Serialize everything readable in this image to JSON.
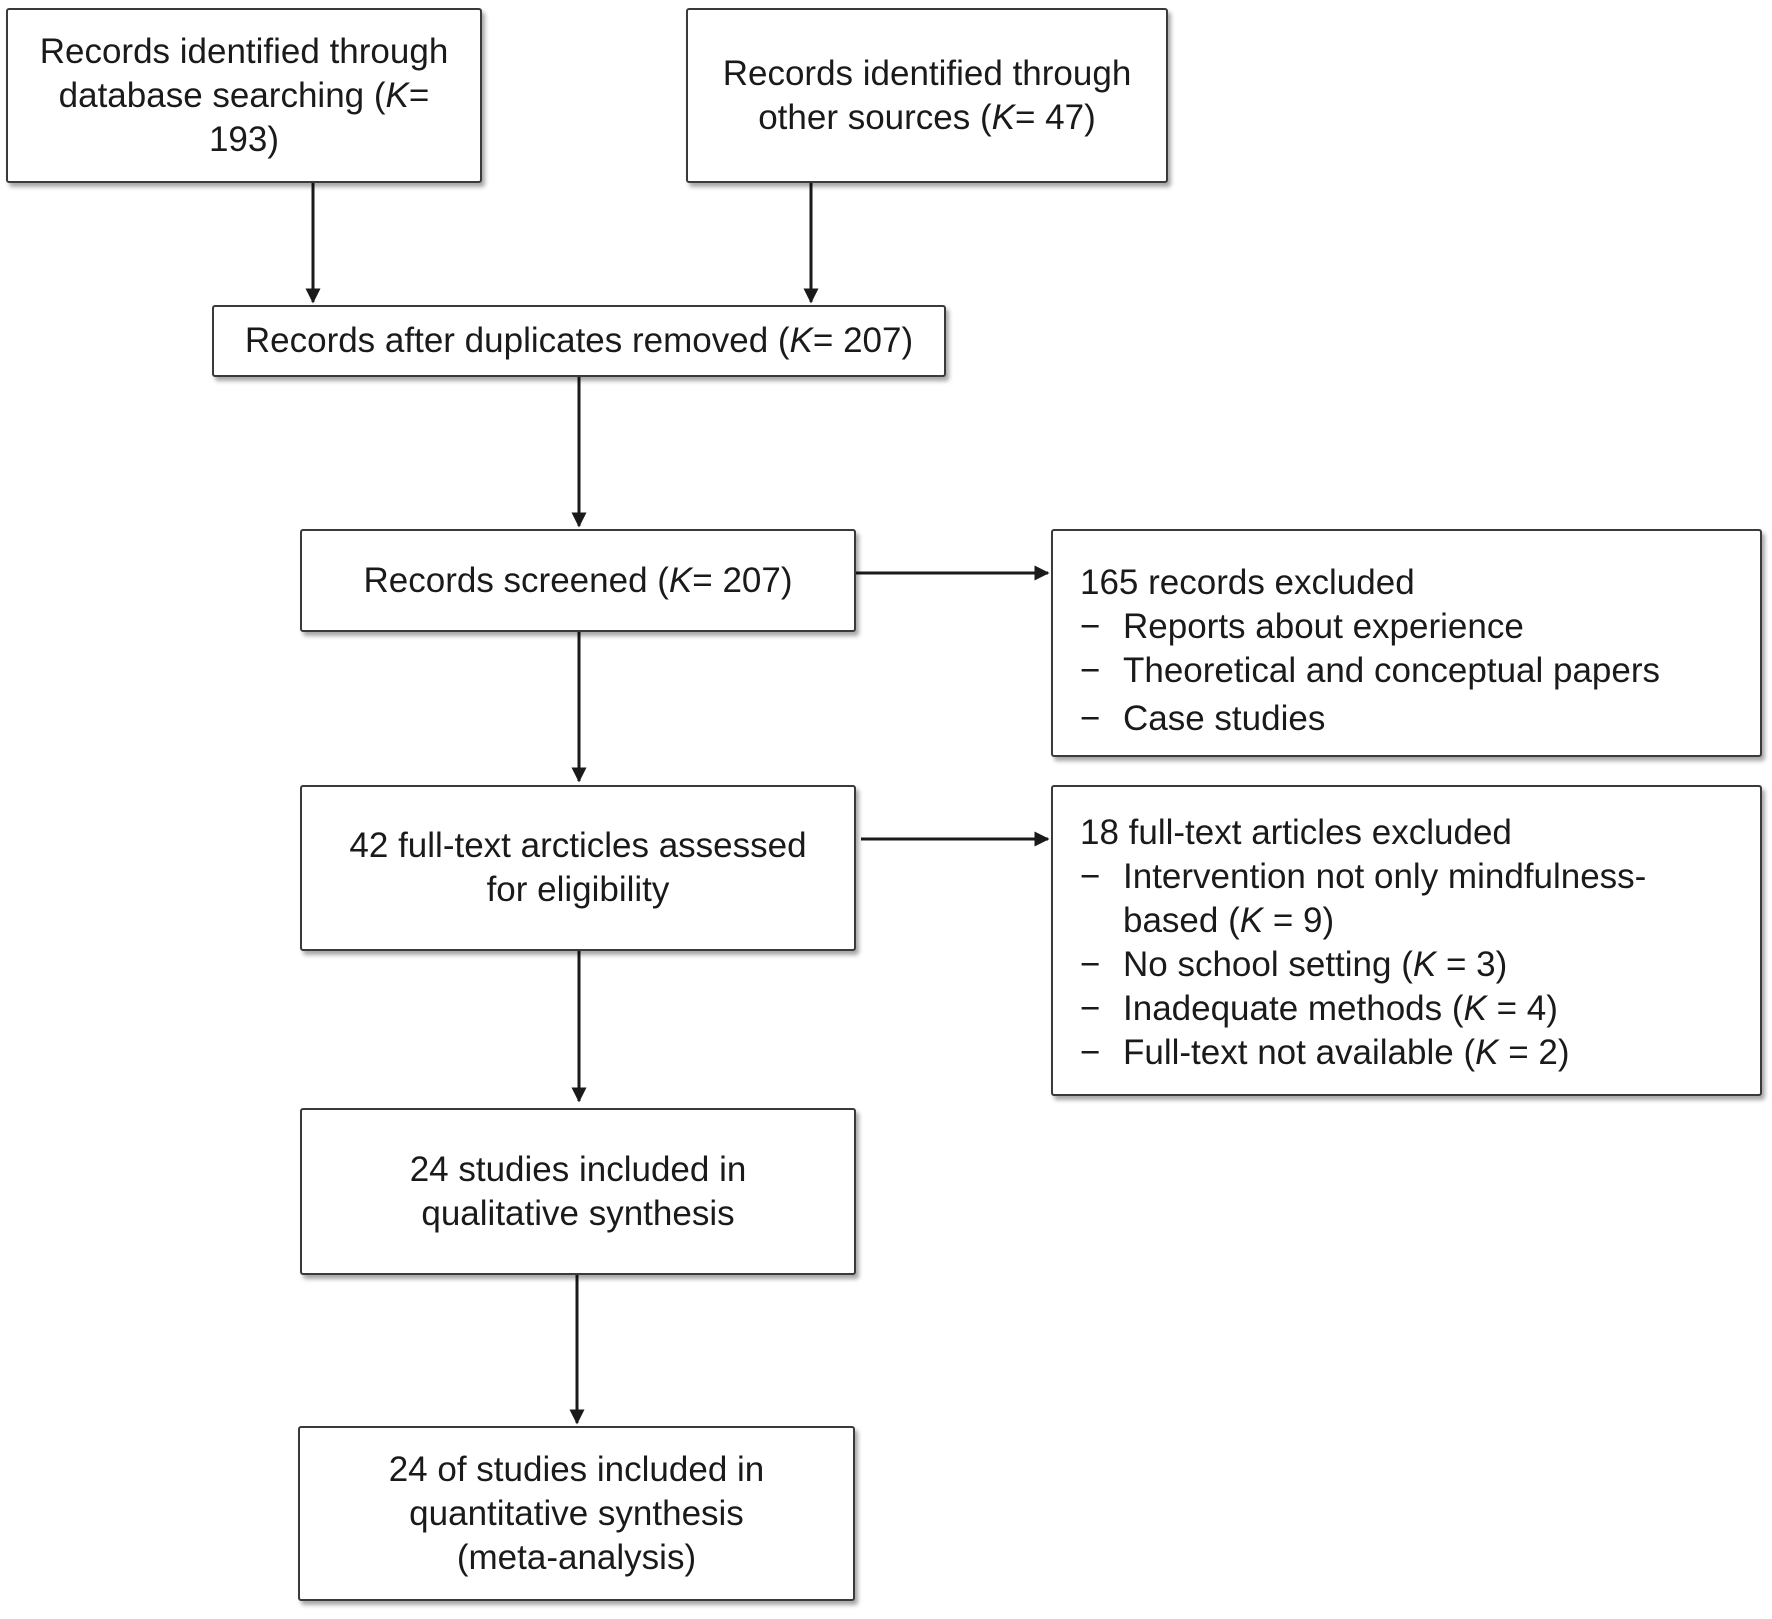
{
  "boxes": {
    "database": {
      "pre": "Records identified through database searching (",
      "k": "K",
      "post": "= 193)"
    },
    "other_sources": {
      "pre": "Records identified through other sources (",
      "k": "K",
      "post": "= 47)"
    },
    "duplicates_removed": {
      "pre": "Records after duplicates removed (",
      "k": "K",
      "post": "= 207)"
    },
    "screened": {
      "pre": "Records screened (",
      "k": "K",
      "post": "= 207)"
    },
    "full_text": {
      "text": "42 full-text arcticles assessed for eligibility"
    },
    "qualitative": {
      "text": "24 studies included in qualitative synthesis"
    },
    "quantitative": {
      "text": "24 of studies included in quantitative synthesis (meta-analysis)"
    }
  },
  "excluded_records": {
    "title": "165 records excluded",
    "dash": "−",
    "items": [
      "Reports about experience",
      "Theoretical and conceptual papers",
      "Case studies"
    ]
  },
  "excluded_articles": {
    "title": "18 full-text articles excluded",
    "dash": "−",
    "k": "K",
    "items": [
      {
        "pre": "Intervention not only mindfulness-based (",
        "post": " = 9)"
      },
      {
        "pre": "No school setting (",
        "post": " = 3)"
      },
      {
        "pre": "Inadequate methods (",
        "post": " = 4)"
      },
      {
        "pre": "Full-text not available (",
        "post": " = 2)"
      }
    ]
  }
}
